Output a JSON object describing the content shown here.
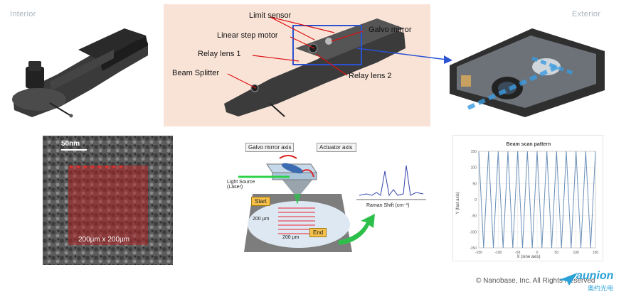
{
  "labels": {
    "interior": "Interior",
    "exterior": "Exterior"
  },
  "diagram_top": {
    "callouts": [
      "Limit sensor",
      "Linear step motor",
      "Galvo mirror",
      "Relay lens 1",
      "Beam Splitter",
      "Relay lens 2"
    ]
  },
  "sem": {
    "scale": "50nm",
    "area": "200µm x 200µm"
  },
  "schematic": {
    "galvo": "Galvo mirror axis",
    "actuator": "Actuator axis",
    "light_source": "Light Source (Laser)",
    "start": "Start",
    "end": "End",
    "dim_vertical": "200 µm",
    "dim_horizontal": "200 µm",
    "raman_axis": "Raman Shift (cm⁻¹)"
  },
  "chart_data": {
    "type": "line",
    "title": "Beam scan pattern",
    "xlabel": "X (sine axis)",
    "ylabel": "Y (fast axis)",
    "xlim": [
      -150,
      150
    ],
    "ylim": [
      -150,
      150
    ],
    "xticks": [
      -150,
      -100,
      -50,
      0,
      50,
      100,
      150
    ],
    "yticks": [
      150,
      100,
      50,
      0,
      -50,
      -100,
      -150
    ],
    "grid": true,
    "series": [
      {
        "x": [
          -150,
          -137.5,
          -125,
          -112.5,
          -100,
          -87.5,
          -75,
          -62.5,
          -50,
          -37.5,
          -25,
          -12.5,
          0,
          12.5,
          25,
          37.5,
          50,
          62.5,
          75,
          87.5,
          100,
          112.5,
          125,
          137.5,
          150
        ],
        "y": [
          150,
          -150,
          150,
          -150,
          150,
          -150,
          150,
          -150,
          150,
          -150,
          150,
          -150,
          150,
          -150,
          150,
          -150,
          150,
          -150,
          150,
          -150,
          150,
          -150,
          150,
          -150,
          150
        ]
      }
    ],
    "color": "#6a8fb8"
  },
  "footer": {
    "copyright": "© Nanobase, Inc. All Rights Reserved",
    "brand": "aunion",
    "brand_cn": "奥约光电"
  }
}
